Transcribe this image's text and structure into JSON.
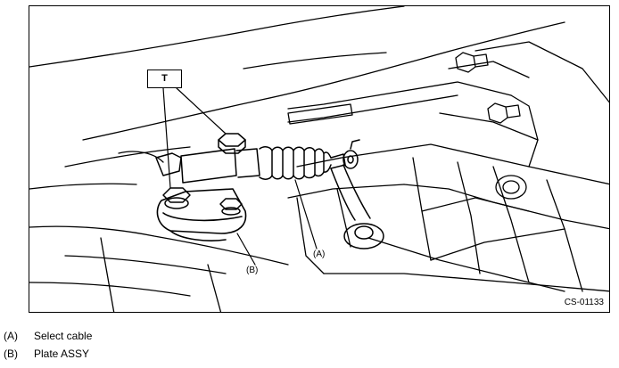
{
  "figure": {
    "torque_label": "T",
    "callout_a": "(A)",
    "callout_b": "(B)",
    "figure_code": "CS-01133"
  },
  "legend": [
    {
      "key": "(A)",
      "text": "Select cable"
    },
    {
      "key": "(B)",
      "text": "Plate ASSY"
    }
  ]
}
